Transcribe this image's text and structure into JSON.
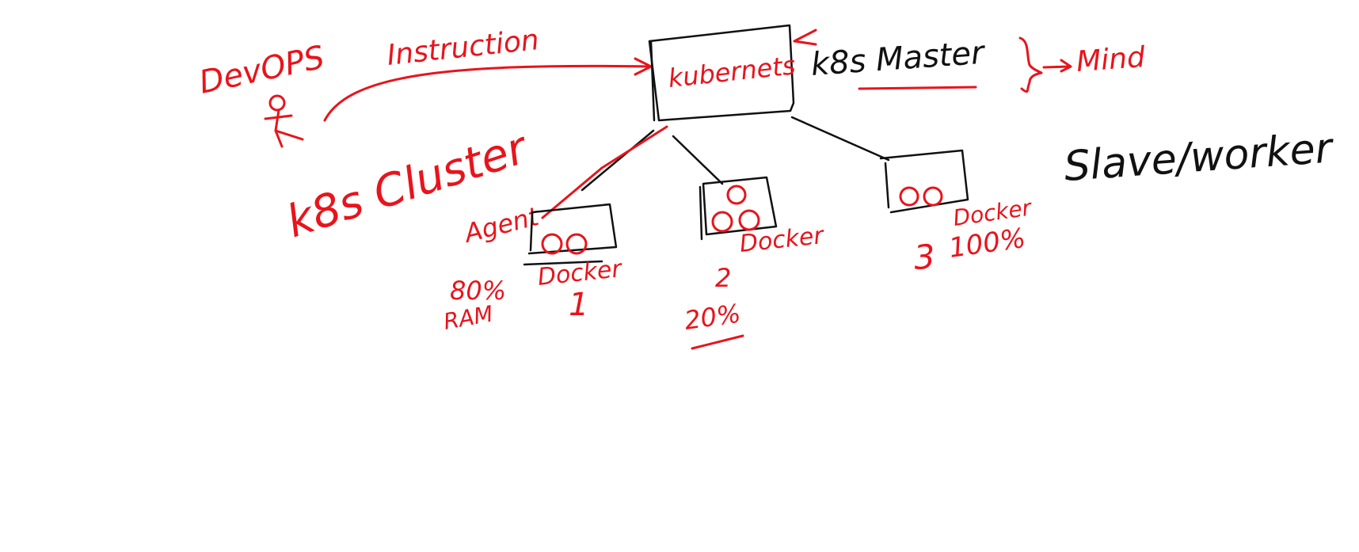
{
  "colors": {
    "red_ink": "#e8141c",
    "black_ink": "#111111",
    "background": "#ffffff"
  },
  "labels": {
    "devops": "DevOPS",
    "instruction": "Instruction",
    "master_box": "kubernets",
    "master_title": "k8s Master",
    "mind": "Mind",
    "cluster": "k8s Cluster",
    "slave_worker": "Slave/worker",
    "agent": "Agent"
  },
  "nodes": [
    {
      "label": "Docker",
      "number": "1",
      "usage": "80%",
      "usage_note": "RAM"
    },
    {
      "label": "Docker",
      "number": "2",
      "usage": "20%",
      "usage_note": ""
    },
    {
      "label": "Docker",
      "number": "3",
      "usage": "100%",
      "usage_note": ""
    }
  ],
  "icons": {
    "person": "stick-person-icon",
    "arrow": "arrow-icon",
    "brace": "curly-brace-icon",
    "container": "container-circle-icon"
  }
}
